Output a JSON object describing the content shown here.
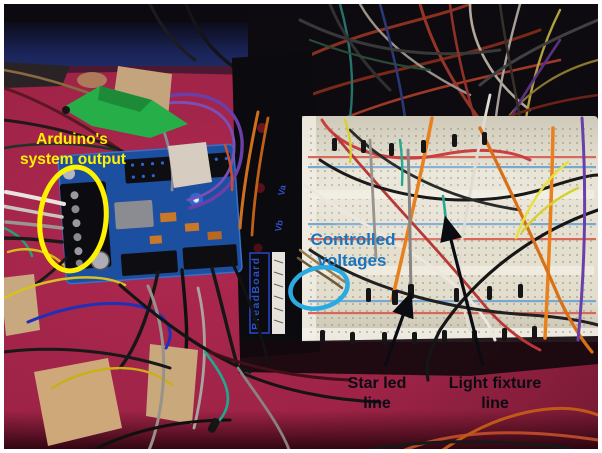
{
  "annotations": {
    "arduino_output": {
      "line1": "Arduino's",
      "line2": "system output"
    },
    "controlled_voltages": {
      "line1": "Controlled",
      "line2": "voltages"
    },
    "star_led": {
      "line1": "Star led",
      "line2": "line"
    },
    "light_fixture": {
      "line1": "Light fixture",
      "line2": "line"
    }
  },
  "hardware_text": {
    "panel_label": "BreadBoard",
    "rail_label_a": "Va",
    "rail_label_b": "Vb"
  },
  "colors": {
    "highlight_yellow": "#FFF200",
    "label_blue": "#1B75BC",
    "ellipse_cyan": "#29ABE2",
    "arrow_black": "#0B0B12",
    "table_red": "#9E2347",
    "arduino_blue": "#1D4FA0",
    "breadboard_cream": "#E5E1D2"
  }
}
